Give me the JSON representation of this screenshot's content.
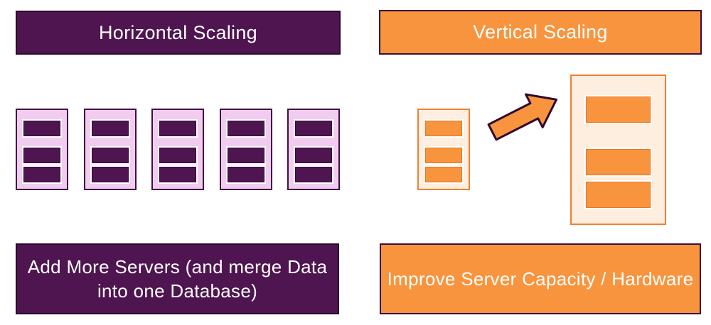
{
  "colors": {
    "purple": "#4F1550",
    "purple_border": "#2B092C",
    "pink": "#F2CCF0",
    "pink_server_border": "#400E42",
    "bar_purple": "#4F1550",
    "bar_purple_border": "#33083A",
    "orange": "#F8943E",
    "orange_box_border": "#3A0D3B",
    "cream": "#FDEEDF",
    "cream_server_border": "#F08030",
    "bar_orange": "#F8943E",
    "bar_orange_border": "#E8761E",
    "arrow_outline": "#30092F",
    "label_text": "#FFFFFF",
    "canvas_bg": "#FFFFFF"
  },
  "left_panel": {
    "title": "Horizontal Scaling",
    "caption": "Add More Servers (and merge Data into one Database)",
    "caption_lines": [
      "Add More Servers (and merge Data",
      "into one Database)"
    ],
    "server_count": 5
  },
  "right_panel": {
    "title": "Vertical Scaling",
    "caption": "Improve Server Capacity / Hardware",
    "arrow_icon": "up-right-arrow",
    "server_count_small": 1,
    "server_count_large": 1
  }
}
